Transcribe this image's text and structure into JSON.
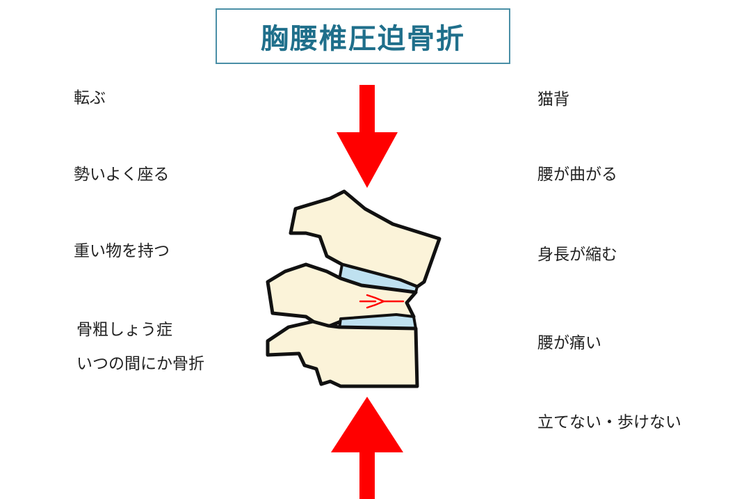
{
  "title": "胸腰椎圧迫骨折",
  "causes": [
    "転ぶ",
    "勢いよく座る",
    "重い物を持つ",
    "骨粗しょう症",
    "いつの間にか骨折"
  ],
  "symptoms": [
    "猫背",
    "腰が曲がる",
    "身長が縮む",
    "腰が痛い",
    "立てない・歩けない"
  ],
  "colors": {
    "arrow": "#ff0000",
    "bone_fill": "#fbf3d9",
    "disc_fill": "#bfe1f0",
    "outline": "#111111",
    "fracture": "#ff0000",
    "title_text": "#1f6f8b",
    "title_border": "#4a8fa6"
  },
  "icons": [
    "arrow-down-icon",
    "arrow-up-icon",
    "vertebrae-illustration"
  ]
}
